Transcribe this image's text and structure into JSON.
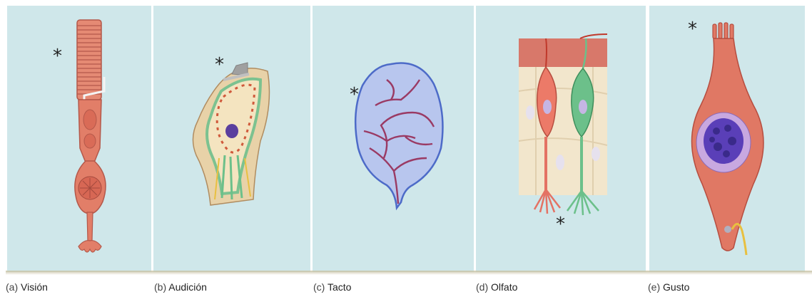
{
  "marker": "*",
  "panels": [
    {
      "id": "a",
      "prefix": "(a)",
      "label": "Visión"
    },
    {
      "id": "b",
      "prefix": "(b)",
      "label": "Audición"
    },
    {
      "id": "c",
      "prefix": "(c)",
      "label": "Tacto"
    },
    {
      "id": "d",
      "prefix": "(d)",
      "label": "Olfato"
    },
    {
      "id": "e",
      "prefix": "(e)",
      "label": "Gusto"
    }
  ],
  "colors": {
    "panel_background": "#cfe7ea",
    "cell_red": "#e07864",
    "cell_green": "#6cc08a",
    "nucleus_purple": "#6a4aa8",
    "nerve_blue": "#9ab0e8"
  }
}
